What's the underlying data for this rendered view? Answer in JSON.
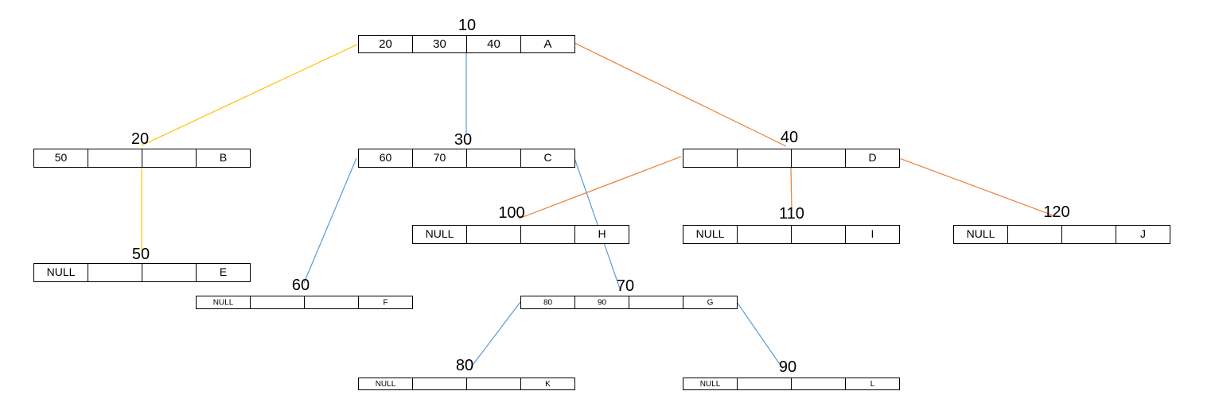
{
  "colors": {
    "yellow": "#FFC000",
    "blue": "#5B9BD5",
    "orange": "#ED7D31",
    "stroke": "#000000"
  },
  "nodes": {
    "n10": {
      "title": "10",
      "cells": [
        "20",
        "30",
        "40",
        "A"
      ]
    },
    "n20": {
      "title": "20",
      "cells": [
        "50",
        "",
        "",
        "B"
      ]
    },
    "n30": {
      "title": "30",
      "cells": [
        "60",
        "70",
        "",
        "C"
      ]
    },
    "n40": {
      "title": "40",
      "cells": [
        "",
        "",
        "",
        "D"
      ]
    },
    "n50": {
      "title": "50",
      "cells": [
        "NULL",
        "",
        "",
        "E"
      ]
    },
    "n60": {
      "title": "60",
      "cells": [
        "NULL",
        "",
        "",
        "F"
      ]
    },
    "n100": {
      "title": "100",
      "cells": [
        "NULL",
        "",
        "",
        "H"
      ]
    },
    "n110": {
      "title": "110",
      "cells": [
        "NULL",
        "",
        "",
        "I"
      ]
    },
    "n120": {
      "title": "120",
      "cells": [
        "NULL",
        "",
        "",
        "J"
      ]
    },
    "n70": {
      "title": "70",
      "cells": [
        "80",
        "90",
        "",
        "G"
      ]
    },
    "n80": {
      "title": "80",
      "cells": [
        "NULL",
        "",
        "",
        "K"
      ]
    },
    "n90": {
      "title": "90",
      "cells": [
        "NULL",
        "",
        "",
        "L"
      ]
    }
  },
  "edges": [
    {
      "from": "n10",
      "to": "n20",
      "color": "yellow"
    },
    {
      "from": "n10",
      "to": "n30",
      "color": "blue"
    },
    {
      "from": "n10",
      "to": "n40",
      "color": "orange"
    },
    {
      "from": "n20",
      "to": "n50",
      "color": "yellow"
    },
    {
      "from": "n30",
      "to": "n60",
      "color": "blue"
    },
    {
      "from": "n30",
      "to": "n70",
      "color": "blue"
    },
    {
      "from": "n40",
      "to": "n100",
      "color": "orange"
    },
    {
      "from": "n40",
      "to": "n110",
      "color": "orange"
    },
    {
      "from": "n40",
      "to": "n120",
      "color": "orange"
    },
    {
      "from": "n70",
      "to": "n80",
      "color": "blue"
    },
    {
      "from": "n70",
      "to": "n90",
      "color": "blue"
    }
  ]
}
